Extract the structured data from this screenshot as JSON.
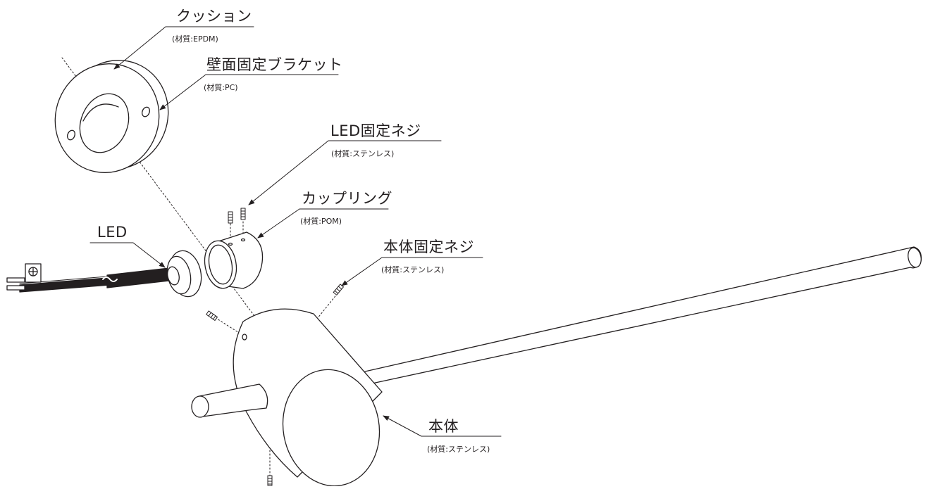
{
  "labels": {
    "cushion": {
      "name": "クッション",
      "material": "(材質:EPDM)"
    },
    "bracket": {
      "name": "壁面固定ブラケット",
      "material": "(材質:PC)"
    },
    "led_screw": {
      "name": "LED固定ネジ",
      "material": "(材質:ステンレス)"
    },
    "coupling": {
      "name": "カップリング",
      "material": "(材質:POM)"
    },
    "led": {
      "name": "LED"
    },
    "body_screw": {
      "name": "本体固定ネジ",
      "material": "(材質:ステンレス)"
    },
    "body": {
      "name": "本体",
      "material": "(材質:ステンレス)"
    }
  },
  "colors": {
    "line": "#231f20",
    "fill": "#ffffff"
  }
}
